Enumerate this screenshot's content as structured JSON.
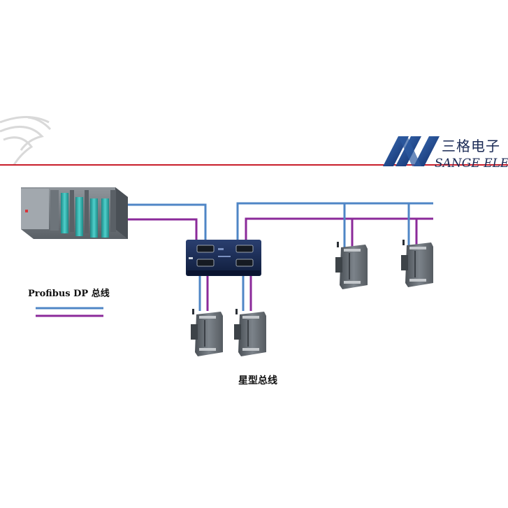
{
  "header": {
    "brand_cn": "三格电子",
    "brand_en": "SANGE ELEC"
  },
  "legend": {
    "label": "Profibus DP 总线",
    "line_colors": [
      "#4f86c6",
      "#8b2a9a"
    ]
  },
  "diagram": {
    "caption": "星型总线",
    "bus_colors": {
      "line_a": "#4f86c6",
      "line_b": "#8b2a9a"
    },
    "header_line_color": "#c81e2a"
  }
}
